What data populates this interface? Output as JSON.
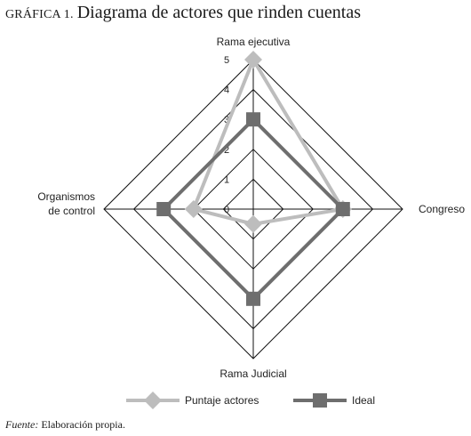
{
  "figure": {
    "label": "GRÁFICA 1.",
    "title": "Diagrama de actores que rinden cuentas"
  },
  "source": {
    "label": "Fuente:",
    "text": "Elaboración propia."
  },
  "chart_data": {
    "type": "radar",
    "title": "Diagrama de actores que rinden cuentas",
    "axes": [
      "Rama ejecutiva",
      "Congreso",
      "Rama Judicial",
      "Organismos de control"
    ],
    "axis_label_lines": [
      [
        "Rama ejecutiva"
      ],
      [
        "Congreso"
      ],
      [
        "Rama Judicial"
      ],
      [
        "Organismos",
        "de control"
      ]
    ],
    "range": [
      0,
      5
    ],
    "ticks": [
      0,
      1,
      2,
      3,
      4,
      5
    ],
    "grid": true,
    "legend_position": "bottom",
    "series": [
      {
        "name": "Puntaje actores",
        "values": [
          5,
          3,
          0.5,
          2
        ],
        "color": "#bdbdbd",
        "marker": "diamond"
      },
      {
        "name": "Ideal",
        "values": [
          3,
          3,
          3,
          3
        ],
        "color": "#6e6e6e",
        "marker": "square"
      }
    ]
  }
}
